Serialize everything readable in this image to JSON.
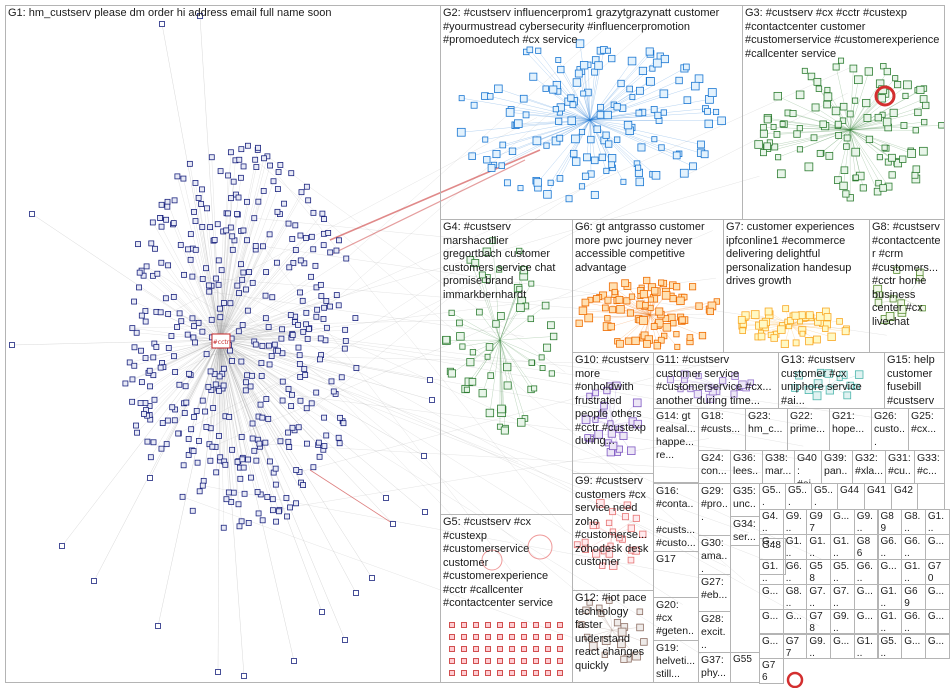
{
  "groups": [
    {
      "id": "g1",
      "label": "G1: hm_custserv please dm order hi address email full name soon"
    },
    {
      "id": "g2",
      "label": "G2: #custserv influencerprom1 grazytgrazynatt customer #yourmustread cybersecurity #influencerpromotion #promoedutech #cx service"
    },
    {
      "id": "g3",
      "label": "G3: #custserv #cx #cctr #custexp #contactcenter customer #customerservice #customerexperience #callcenter service"
    },
    {
      "id": "g4",
      "label": "G4: #custserv marshacollier gregortbach customer customers service chat promise brand immarkbernhardt"
    },
    {
      "id": "g6",
      "label": "G6: gt antgrasso customer more pwc journey never accessible competitive advantage"
    },
    {
      "id": "g7",
      "label": "G7: customer experiences ipfconline1 #ecommerce delivering delightful personalization handesup drives growth"
    },
    {
      "id": "g8",
      "label": "G8: #custserv #contactcenter #crm #customers... #cctr home business center #cx livechat"
    },
    {
      "id": "g10",
      "label": "G10: #custserv more #onholdwith frustrated people others #cctr #custexp during..."
    },
    {
      "id": "g11",
      "label": "G11: #custserv customer service #customerservice #cx... another during time..."
    },
    {
      "id": "g13",
      "label": "G13: #custserv customer #cx uniphore service #ai..."
    },
    {
      "id": "g15",
      "label": "G15: help customer fusebill #custserv"
    },
    {
      "id": "g14",
      "label": "G14: gt realsal... happe... re..."
    },
    {
      "id": "g18",
      "label": "G18: #custs..."
    },
    {
      "id": "g23",
      "label": "G23: hm_c..."
    },
    {
      "id": "g22",
      "label": "G22: prime..."
    },
    {
      "id": "g21",
      "label": "G21: hope..."
    },
    {
      "id": "g26",
      "label": "G26: custo..."
    },
    {
      "id": "g25",
      "label": "G25: #cx..."
    },
    {
      "id": "g24",
      "label": "G24: con..."
    },
    {
      "id": "g36",
      "label": "G36: lees..."
    },
    {
      "id": "g38",
      "label": "G38: mar..."
    },
    {
      "id": "g40",
      "label": "G40: #ai..."
    },
    {
      "id": "g39",
      "label": "G39: pan..."
    },
    {
      "id": "g32",
      "label": "G32: #xla..."
    },
    {
      "id": "g31",
      "label": "G31: #cu..."
    },
    {
      "id": "g33",
      "label": "G33: #c..."
    },
    {
      "id": "g9",
      "label": "G9: #custserv customers #cx service need zoho #customerse... zohodesk desk customer"
    },
    {
      "id": "g16",
      "label": "G16: #conta... #custs... #custo..."
    },
    {
      "id": "g29",
      "label": "G29: #pro..."
    },
    {
      "id": "g35",
      "label": "G35: unc..."
    },
    {
      "id": "g5x",
      "label": "G5..."
    },
    {
      "id": "g5y",
      "label": "G5..."
    },
    {
      "id": "g5z",
      "label": "G5..."
    },
    {
      "id": "g44",
      "label": "G44"
    },
    {
      "id": "g41",
      "label": "G41"
    },
    {
      "id": "g42",
      "label": "G42"
    },
    {
      "id": "g34",
      "label": "G34: ser..."
    },
    {
      "id": "g30",
      "label": "G30: ama..."
    },
    {
      "id": "g48",
      "label": "G48"
    },
    {
      "id": "g27",
      "label": "G27: #eb..."
    },
    {
      "id": "g28",
      "label": "G28: excit..."
    },
    {
      "id": "g5",
      "label": "G5: #custserv #cx #custexp #customerservice customer #customerexperience #cctr #callcenter #contactcenter service"
    },
    {
      "id": "g12",
      "label": "G12: #iot pace technology faster understand react changes quickly"
    },
    {
      "id": "g20",
      "label": "G20: #cx #geten..."
    },
    {
      "id": "g19",
      "label": "G19: helveti... still..."
    },
    {
      "id": "g17",
      "label": "G17"
    },
    {
      "id": "g37",
      "label": "G37: phy..."
    },
    {
      "id": "g55",
      "label": "G55"
    }
  ],
  "matrix_cells": [
    "G4...",
    "G9...",
    "G97",
    "G...",
    "G9...",
    "G89",
    "G8...",
    "G1...",
    "G...",
    "G1...",
    "G1...",
    "G1...",
    "G86",
    "G6...",
    "G6...",
    "G...",
    "G1...",
    "G6...",
    "G58",
    "G5...",
    "G6...",
    "G...",
    "G1...",
    "G70",
    "G...",
    "G8...",
    "G7...",
    "G7...",
    "G...",
    "G1...",
    "G69",
    "G...",
    "G...",
    "G...",
    "G78",
    "G9...",
    "G...",
    "G1...",
    "G6...",
    "G...",
    "G...",
    "G77",
    "G9...",
    "G...",
    "G1...",
    "G5...",
    "G...",
    "G...",
    "G76"
  ],
  "hub_node": "#cctr",
  "colors": {
    "g1": "#1a237e",
    "g2": "#1976d2",
    "g3": "#2e7d32",
    "g4": "#2e7d32",
    "g6": "#ef6c00",
    "g7": "#f9a825",
    "g5": "#c62828",
    "edge": "#9e9e9e",
    "edge_red": "#c62828",
    "border": "#b4b4b4"
  }
}
